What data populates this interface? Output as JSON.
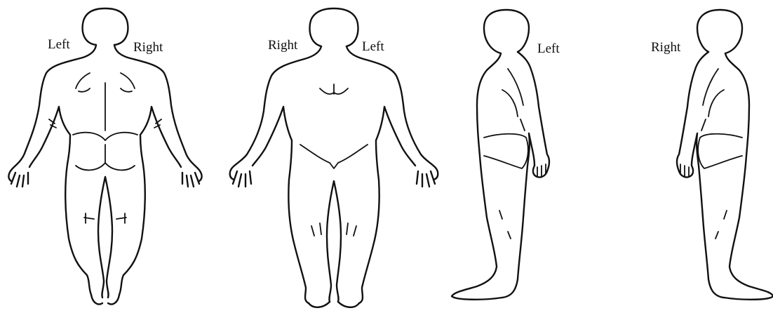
{
  "views": [
    {
      "name": "back",
      "labels": {
        "left": "Left",
        "right": "Right"
      }
    },
    {
      "name": "front",
      "labels": {
        "left": "Right",
        "right": "Left"
      }
    },
    {
      "name": "left-side",
      "labels": {
        "side": "Left"
      }
    },
    {
      "name": "right-side",
      "labels": {
        "side": "Right"
      }
    }
  ],
  "colors": {
    "line": "#111111",
    "background": "#ffffff"
  }
}
